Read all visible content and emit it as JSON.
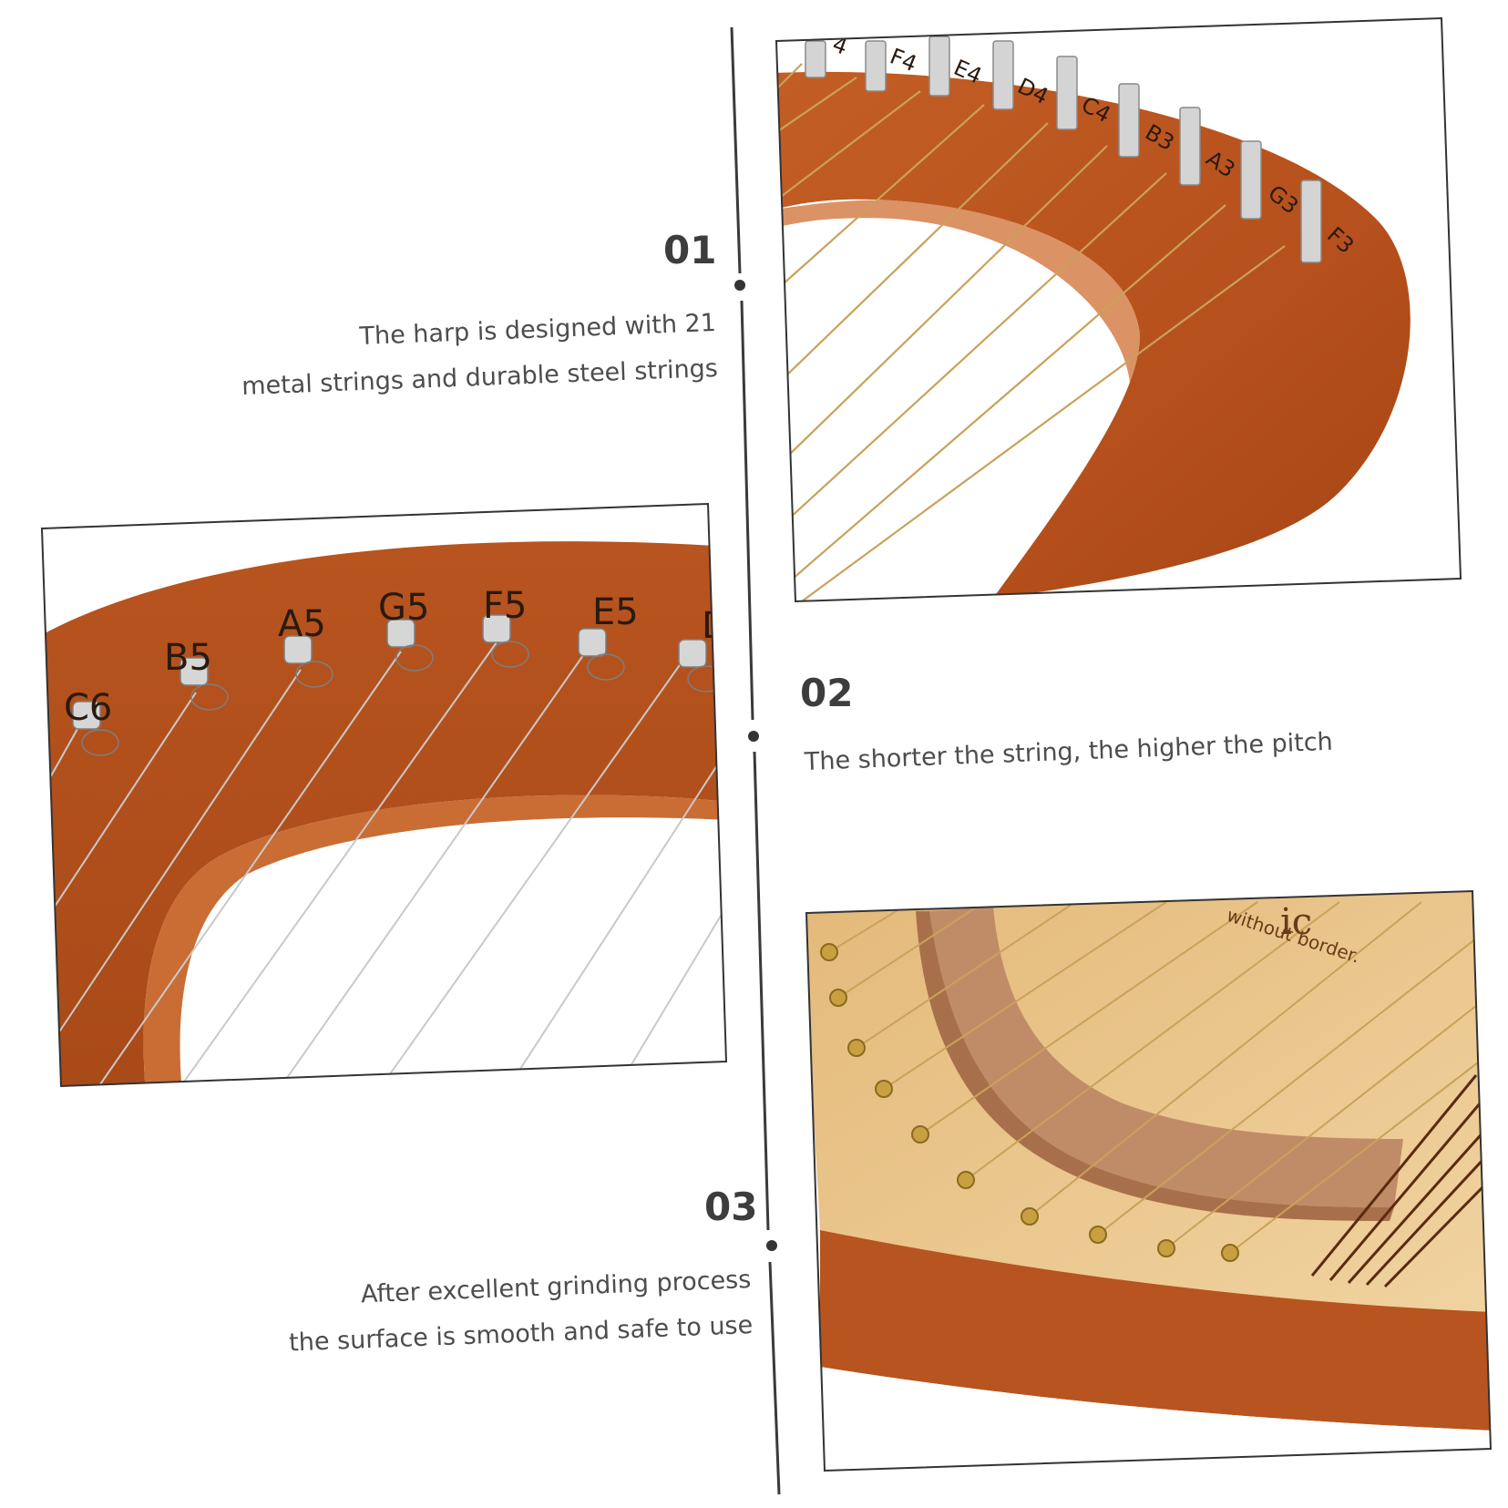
{
  "features": [
    {
      "number": "01",
      "lines": [
        "The harp is designed with 21",
        "metal strings and durable steel strings"
      ]
    },
    {
      "number": "02",
      "lines": [
        "The shorter the string, the higher the pitch"
      ]
    },
    {
      "number": "03",
      "lines": [
        "After excellent grinding process",
        "the surface is smooth and safe to use"
      ]
    }
  ],
  "photos": {
    "top_right": {
      "tuning_labels": [
        "4",
        "F4",
        "E4",
        "D4",
        "C4",
        "B3",
        "A3",
        "G3",
        "F3"
      ]
    },
    "middle_left": {
      "tuning_labels": [
        "C6",
        "B5",
        "A5",
        "G5",
        "F5",
        "E5",
        "D"
      ]
    },
    "bottom_right": {
      "engraved_text": [
        "ic",
        "without border."
      ]
    }
  },
  "colors": {
    "wood_dark": "#b8541f",
    "wood_mid": "#c8662d",
    "wood_light": "#d98a55",
    "soundboard": "#e9c890",
    "bridge": "#c08c68",
    "string_gold": "#c9a25a",
    "string_silver": "#c7c7c7",
    "peg_metal": "#d0d0d0",
    "frame_line": "#333333"
  }
}
